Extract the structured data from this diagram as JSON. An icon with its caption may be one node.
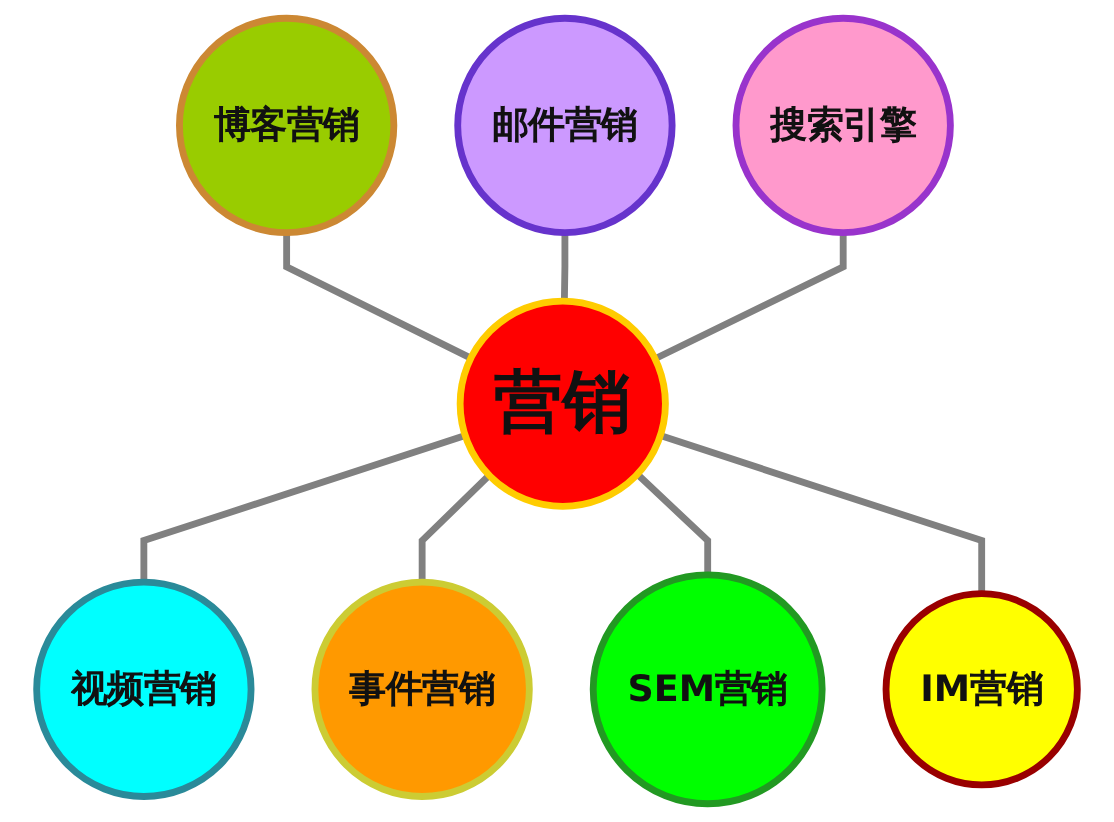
{
  "diagram": {
    "nodes": [
      {
        "text": [
          "营销"
        ]
      },
      {
        "text": [
          "邮件营销"
        ]
      },
      {
        "text": [
          "搜索引擎"
        ]
      },
      {
        "text": [
          "IM营销"
        ]
      },
      {
        "text": [
          "SEM营销"
        ]
      },
      {
        "text": [
          "事件营销"
        ]
      },
      {
        "text": [
          "视频营销"
        ]
      },
      {
        "text": [
          "博客营销"
        ]
      }
    ],
    "edges": [
      {
        "from": 7,
        "to": 0,
        "arrow": "none"
      },
      {
        "from": 1,
        "to": 0,
        "arrow": "none"
      },
      {
        "from": 2,
        "to": 0,
        "arrow": "none"
      },
      {
        "from": 0,
        "to": 6,
        "arrow": "none"
      },
      {
        "from": 0,
        "to": 5,
        "arrow": "none"
      },
      {
        "from": 0,
        "to": 4,
        "arrow": "none"
      },
      {
        "from": 0,
        "to": 3,
        "arrow": "none"
      }
    ]
  }
}
